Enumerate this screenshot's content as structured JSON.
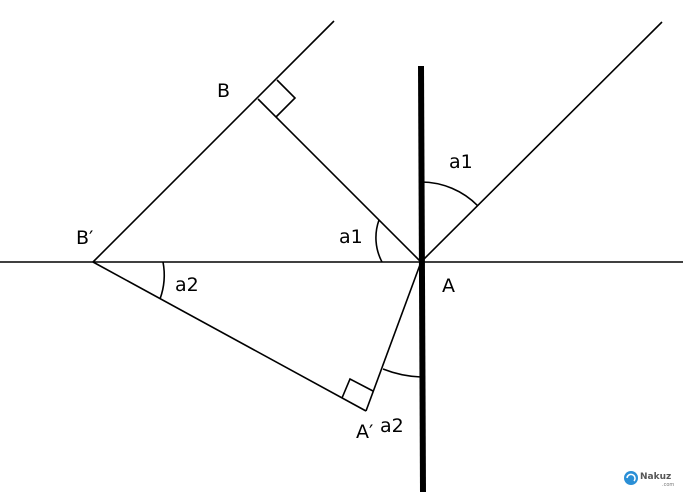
{
  "points": {
    "B": "B",
    "B_prime": "B′",
    "A": "A",
    "A_prime": "A′"
  },
  "angles": {
    "a1_top": "a1",
    "a1_left": "a1",
    "a2_left": "a2",
    "a2_bottom": "a2"
  },
  "logo": {
    "text": "Nakuz",
    "sub": ".com"
  },
  "colors": {
    "line": "#000000",
    "background": "#ffffff",
    "logo_accent": "#2a8fd6"
  }
}
